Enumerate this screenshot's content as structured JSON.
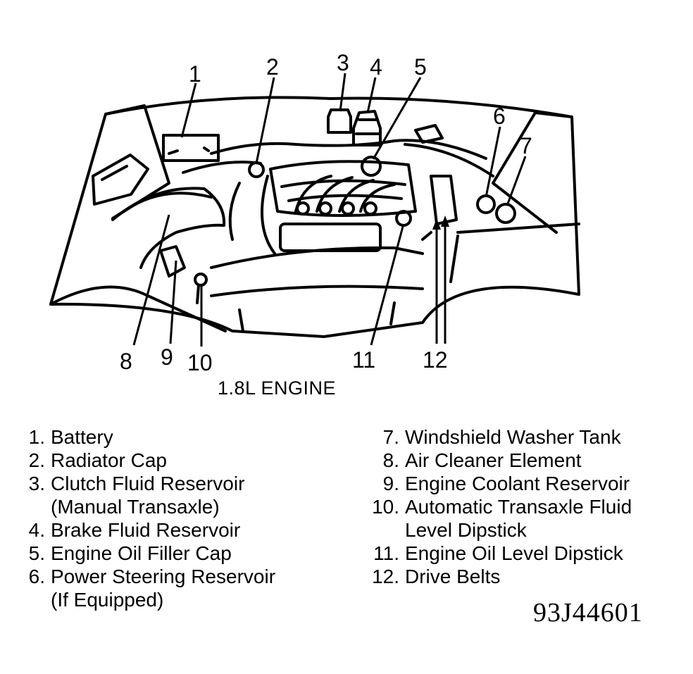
{
  "diagram": {
    "title": "1.8L ENGINE",
    "figure_code": "93J44601",
    "callouts": [
      "1",
      "2",
      "3",
      "4",
      "5",
      "6",
      "7",
      "8",
      "9",
      "10",
      "11",
      "12"
    ],
    "legend_left": [
      {
        "num": "1.",
        "label": "Battery",
        "cont": ""
      },
      {
        "num": "2.",
        "label": "Radiator Cap",
        "cont": ""
      },
      {
        "num": "3.",
        "label": "Clutch Fluid Reservoir",
        "cont": "(Manual Transaxle)"
      },
      {
        "num": "4.",
        "label": "Brake Fluid Reservoir",
        "cont": ""
      },
      {
        "num": "5.",
        "label": "Engine Oil Filler Cap",
        "cont": ""
      },
      {
        "num": "6.",
        "label": "Power Steering Reservoir",
        "cont": "(If Equipped)"
      }
    ],
    "legend_right": [
      {
        "num": "7.",
        "label": "Windshield Washer Tank",
        "cont": ""
      },
      {
        "num": "8.",
        "label": "Air Cleaner Element",
        "cont": ""
      },
      {
        "num": "9.",
        "label": "Engine Coolant Reservoir",
        "cont": ""
      },
      {
        "num": "10.",
        "label": "Automatic Transaxle Fluid",
        "cont": "Level Dipstick"
      },
      {
        "num": "11.",
        "label": "Engine Oil Level Dipstick",
        "cont": ""
      },
      {
        "num": "12.",
        "label": "Drive Belts",
        "cont": ""
      }
    ]
  }
}
